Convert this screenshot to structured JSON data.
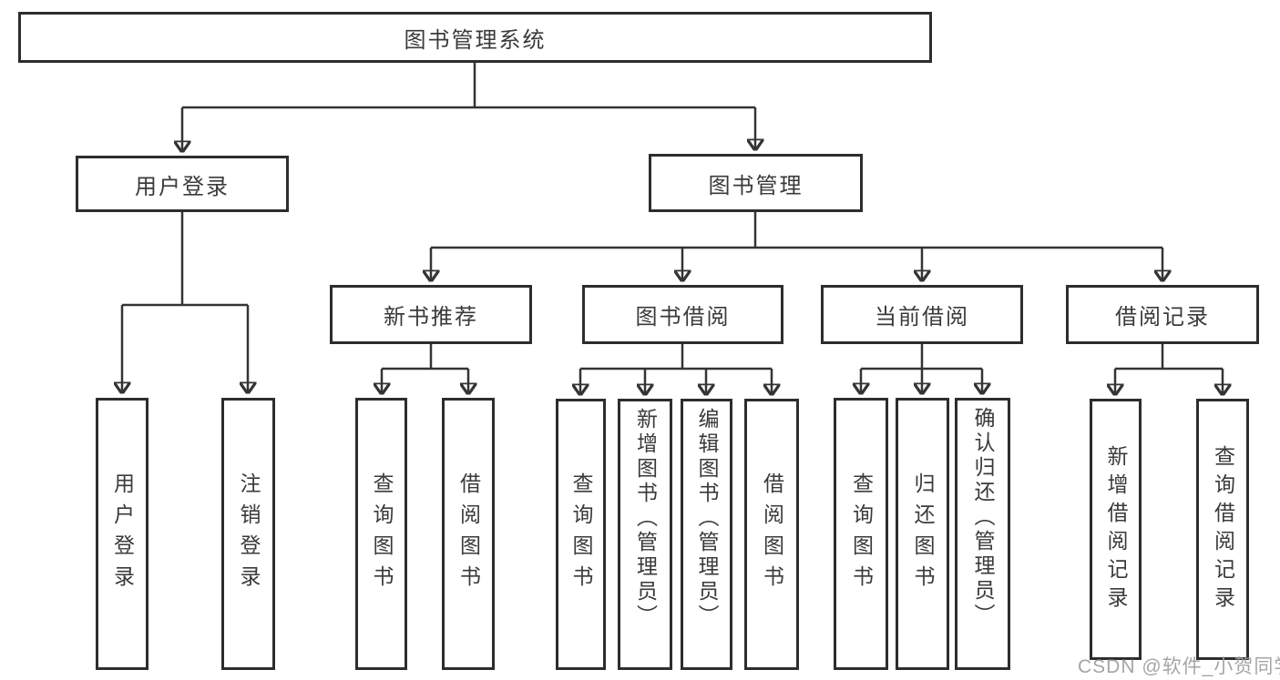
{
  "diagram": {
    "type": "tree",
    "root": "图书管理系统",
    "branches": [
      {
        "label": "用户登录",
        "children": [
          "用户登录",
          "注销登录"
        ]
      },
      {
        "label": "图书管理",
        "groups": [
          {
            "label": "新书推荐",
            "children": [
              "查询图书",
              "借阅图书"
            ]
          },
          {
            "label": "图书借阅",
            "children": [
              "查询图书",
              "新增图书（管理员）",
              "编辑图书（管理员）",
              "借阅图书"
            ]
          },
          {
            "label": "当前借阅",
            "children": [
              "查询图书",
              "归还图书",
              "确认归还（管理员）"
            ]
          },
          {
            "label": "借阅记录",
            "children": [
              "新增借阅记录",
              "查询借阅记录"
            ]
          }
        ]
      }
    ]
  },
  "watermark": "CSDN @软件_小贺同学",
  "colors": {
    "line": "#343434",
    "box_border": "#2d2d2d",
    "box_fill": "#ffffff",
    "text": "#3a3a3a",
    "watermark": "#9e9e9e",
    "background": "#ffffff"
  }
}
